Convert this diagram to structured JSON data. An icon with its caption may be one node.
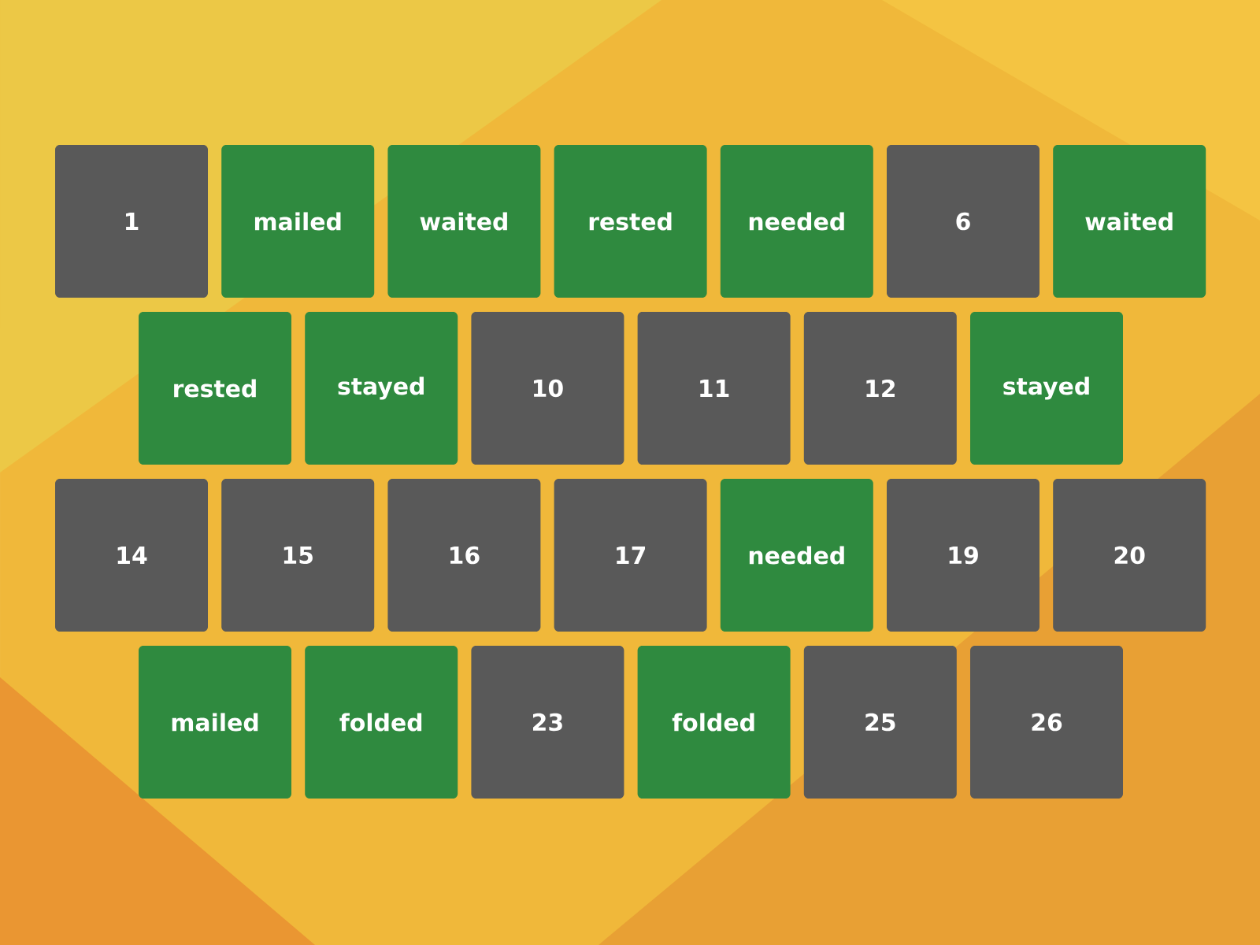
{
  "diagram": {
    "nodes": [
      {
        "text": [
          "1"
        ]
      },
      {
        "text": [
          "mailed"
        ]
      },
      {
        "text": [
          "waited"
        ]
      },
      {
        "text": [
          "rested"
        ]
      },
      {
        "text": [
          "needed"
        ]
      },
      {
        "text": [
          "6"
        ]
      },
      {
        "text": [
          "waited"
        ]
      },
      {
        "text": [
          "rested"
        ]
      },
      {
        "text": [
          "stayed"
        ]
      },
      {
        "text": [
          "10"
        ]
      },
      {
        "text": [
          "11"
        ]
      },
      {
        "text": [
          "12"
        ]
      },
      {
        "text": [
          "stayed"
        ]
      },
      {
        "text": [
          "14"
        ]
      },
      {
        "text": [
          "15"
        ]
      },
      {
        "text": [
          "16"
        ]
      },
      {
        "text": [
          "17"
        ]
      },
      {
        "text": [
          "needed"
        ]
      },
      {
        "text": [
          "19"
        ]
      },
      {
        "text": [
          "20"
        ]
      },
      {
        "text": [
          "mailed"
        ]
      },
      {
        "text": [
          "folded"
        ]
      },
      {
        "text": [
          "23"
        ]
      },
      {
        "text": [
          "folded"
        ]
      },
      {
        "text": [
          "25"
        ]
      },
      {
        "text": [
          "26"
        ]
      }
    ]
  }
}
